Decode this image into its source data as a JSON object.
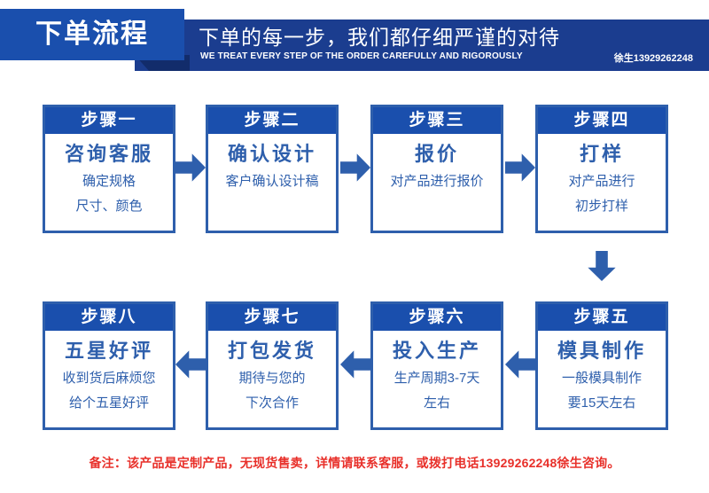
{
  "header": {
    "tab_title": "下单流程",
    "banner_cn": "下单的每一步，我们都仔细严谨的对待",
    "banner_en": "WE TREAT EVERY STEP OF THE ORDER CAREFULLY AND RIGOROUSLY",
    "contact": "徐生13929262248"
  },
  "colors": {
    "tab_blue": "#1a4fad",
    "banner_navy": "#1b3d8f",
    "banner_fold": "#122c6b",
    "box_blue": "#2e5fac",
    "footer_red": "#e8302a",
    "white": "#ffffff"
  },
  "steps": [
    {
      "head": "步骤一",
      "title": "咨询客服",
      "lines": [
        "确定规格",
        "尺寸、颜色"
      ]
    },
    {
      "head": "步骤二",
      "title": "确认设计",
      "lines": [
        "客户确认设计稿",
        ""
      ]
    },
    {
      "head": "步骤三",
      "title": "报价",
      "lines": [
        "对产品进行报价",
        ""
      ]
    },
    {
      "head": "步骤四",
      "title": "打样",
      "lines": [
        "对产品进行",
        "初步打样"
      ]
    },
    {
      "head": "步骤五",
      "title": "模具制作",
      "lines": [
        "一般模具制作",
        "要15天左右"
      ]
    },
    {
      "head": "步骤六",
      "title": "投入生产",
      "lines": [
        "生产周期3-7天",
        "左右"
      ]
    },
    {
      "head": "步骤七",
      "title": "打包发货",
      "lines": [
        "期待与您的",
        "下次合作"
      ]
    },
    {
      "head": "步骤八",
      "title": "五星好评",
      "lines": [
        "收到货后麻烦您",
        "给个五星好评"
      ]
    }
  ],
  "arrows": {
    "right_icon": "arrow-right-icon",
    "left_icon": "arrow-left-icon",
    "down_icon": "arrow-down-icon"
  },
  "footer": {
    "note": "备注：该产品是定制产品，无现货售卖，详情请联系客服，或拨打电话13929262248徐生咨询。"
  }
}
